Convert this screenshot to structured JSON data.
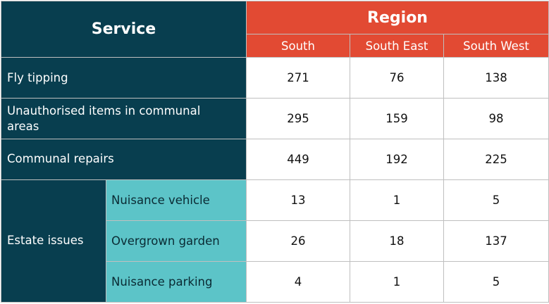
{
  "table": {
    "service_header": "Service",
    "region_header": "Region",
    "regions": [
      "South",
      "South East",
      "South West"
    ],
    "rows": [
      {
        "label": "Fly tipping",
        "values": [
          "271",
          "76",
          "138"
        ]
      },
      {
        "label": "Unauthorised items in communal areas",
        "values": [
          "295",
          "159",
          "98"
        ]
      },
      {
        "label": "Communal repairs",
        "values": [
          "449",
          "192",
          "225"
        ]
      }
    ],
    "group": {
      "label": "Estate issues",
      "rows": [
        {
          "label": "Nuisance vehicle",
          "values": [
            "13",
            "1",
            "5"
          ]
        },
        {
          "label": "Overgrown garden",
          "values": [
            "26",
            "18",
            "137"
          ]
        },
        {
          "label": "Nuisance parking",
          "values": [
            "4",
            "1",
            "5"
          ]
        }
      ]
    }
  },
  "colors": {
    "dark_teal": "#083e4f",
    "light_teal": "#5cc4c8",
    "orange": "#e24a33"
  }
}
